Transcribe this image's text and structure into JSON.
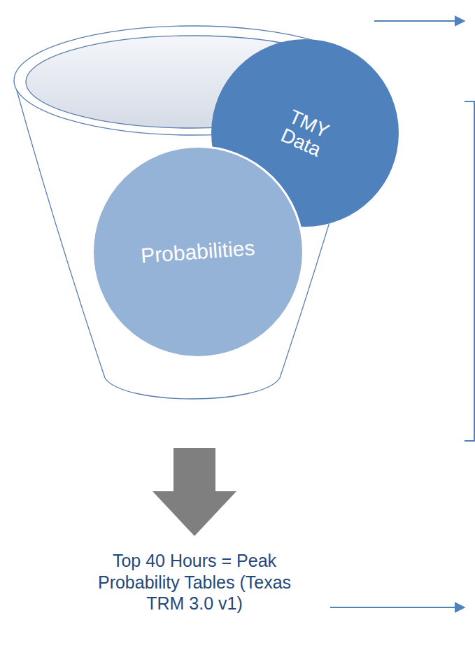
{
  "diagram": {
    "nodes": [
      {
        "text": [
          "TMY Data"
        ]
      },
      {
        "text": [
          "Probabilities"
        ]
      }
    ],
    "labels": [
      "Top 40 Hours = Peak Probability Tables (Texas TRM 3.0 v1)"
    ]
  }
}
